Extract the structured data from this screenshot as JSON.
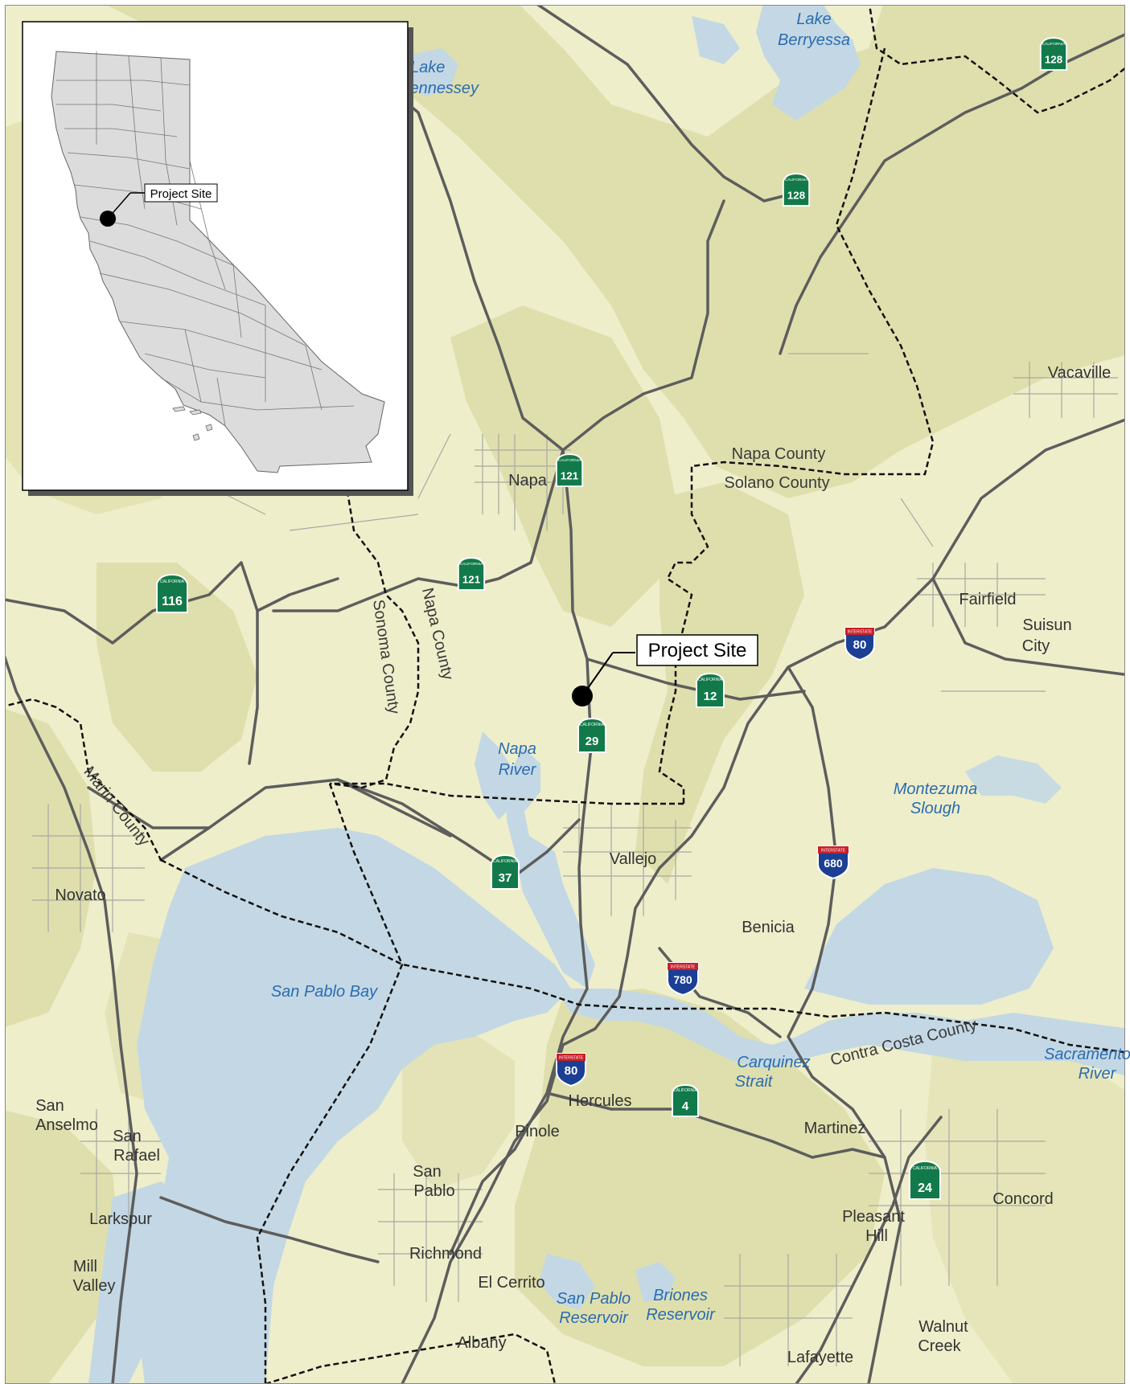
{
  "colors": {
    "land": "#eeeecb",
    "hills": "#dcdca8",
    "water": "#c3d8e4",
    "road_major": "#5d5d5d",
    "road_minor": "#a9a9a3",
    "state_shield": "#127a4a",
    "interstate_blue": "#1b3f94",
    "interstate_red": "#c8202a",
    "water_label": "#2b6cb0"
  },
  "inset": {
    "label": "Project Site"
  },
  "callout": {
    "label": "Project Site"
  },
  "places": {
    "napa": "Napa",
    "vacaville": "Vacaville",
    "fairfield": "Fairfield",
    "suisun_1": "Suisun",
    "suisun_2": "City",
    "vallejo": "Vallejo",
    "benicia": "Benicia",
    "novato": "Novato",
    "hercules": "Hercules",
    "pinole": "Pinole",
    "martinez": "Martinez",
    "concord": "Concord",
    "pleasant_1": "Pleasant",
    "pleasant_2": "Hill",
    "san_pablo_1": "San",
    "san_pablo_2": "Pablo",
    "richmond": "Richmond",
    "el_cerrito": "El Cerrito",
    "albany": "Albany",
    "lafayette": "Lafayette",
    "walnut_1": "Walnut",
    "walnut_2": "Creek",
    "san_anselmo_1": "San",
    "san_anselmo_2": "Anselmo",
    "san_rafael_1": "San",
    "san_rafael_2": "Rafael",
    "larkspur": "Larkspur",
    "mill_valley_1": "Mill",
    "mill_valley_2": "Valley"
  },
  "counties": {
    "napa_h": "Napa County",
    "solano_h": "Solano County",
    "napa_v": "Napa County",
    "sonoma_v": "Sonoma County",
    "marin": "Marin County",
    "contra_costa": "Contra Costa County"
  },
  "water": {
    "lake_berryessa_1": "Lake",
    "lake_berryessa_2": "Berryessa",
    "lake_hennessey_1": "Lake",
    "lake_hennessey_2": "Hennessey",
    "napa_river_1": "Napa",
    "napa_river_2": "River",
    "montezuma_1": "Montezuma",
    "montezuma_2": "Slough",
    "san_pablo_bay": "San Pablo Bay",
    "carquinez_1": "Carquinez",
    "carquinez_2": "Strait",
    "sacramento_1": "Sacramento",
    "sacramento_2": "River",
    "sp_reservoir_1": "San Pablo",
    "sp_reservoir_2": "Reservoir",
    "briones_1": "Briones",
    "briones_2": "Reservoir"
  },
  "shields": {
    "state_top": "CALIFORNIA",
    "interstate_top": "INTERSTATE",
    "sr128a": "128",
    "sr128b": "128",
    "sr121a": "121",
    "sr121b": "121",
    "sr116": "116",
    "sr12": "12",
    "sr29": "29",
    "sr37": "37",
    "sr4": "4",
    "sr24": "24",
    "i80a": "80",
    "i80b": "80",
    "i680": "680",
    "i780": "780"
  }
}
